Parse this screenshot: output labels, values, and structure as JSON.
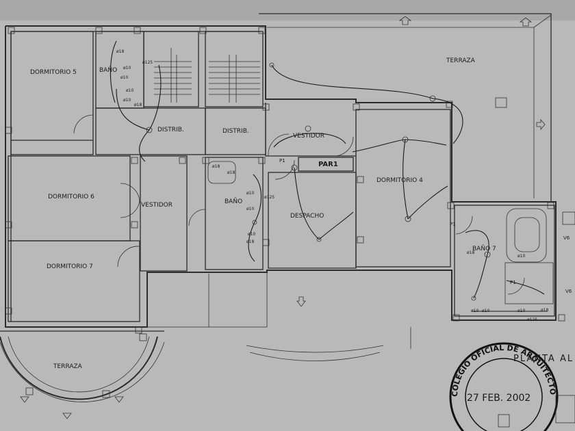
{
  "plan": {
    "rooms": {
      "dormitorio5": "DORMITORIO 5",
      "dormitorio6": "DORMITORIO 6",
      "dormitorio7": "DORMITORIO 7",
      "dormitorio4": "DORMITORIO 4",
      "bano_top": "BAÑO",
      "bano_mid": "BAÑO",
      "bano7": "BAÑO 7",
      "distrib1": "DISTRIB.",
      "distrib2": "DISTRIB.",
      "vestidor_left": "VESTIDOR",
      "vestidor_center": "VESTIDOR",
      "despacho": "DESPACHO",
      "terraza_top": "TERRAZA",
      "terraza_bottom": "TERRAZA"
    },
    "marks": {
      "par1": "PAR1",
      "p1_a": "P1",
      "p1_b": "P1",
      "p1_c": "P1",
      "v6_a": "V6",
      "v6_b": "V6"
    },
    "fixtures": {
      "f1": "ø18",
      "f2": "ø10",
      "f3": "ø10",
      "f4": "ø125",
      "f5": "ø10",
      "f6": "ø18",
      "f7": "ø10",
      "f8": "ø18",
      "f9": "ø18",
      "f10": "ø125",
      "f11": "ø10",
      "f12": "ø10",
      "f13": "ø10",
      "f14": "ø18",
      "f15": "ø18",
      "f16": "ø10",
      "f17": "ø10",
      "f18": "ø125",
      "f19": "ø10",
      "f20": "ø18",
      "f21": "ø10"
    },
    "title_partial": "PLANTA AL",
    "stamp": {
      "ring_text": "COLEGIO OFICIAL DE ARQUITECTOS DE MA",
      "date": "27 FEB. 2002"
    }
  }
}
